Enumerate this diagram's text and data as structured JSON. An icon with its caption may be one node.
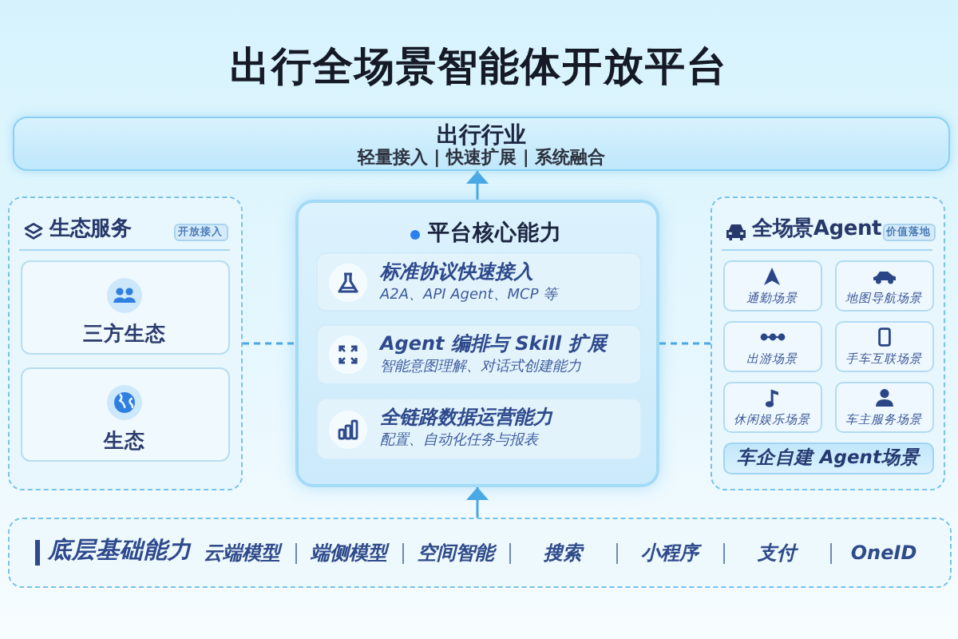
{
  "diagram": {
    "title": "出行全场景智能体开放平台",
    "nodes": [
      {
        "text": [
          "出行行业",
          "轻量接入 | 快速扩展 | 系统融合"
        ]
      },
      {
        "text": [
          "生态服务"
        ]
      },
      {
        "text": [
          "开放接入"
        ],
        "in": 1
      },
      {
        "text": [
          "三方生态"
        ],
        "in": 1
      },
      {
        "text": [
          "生态"
        ],
        "in": 1
      },
      {
        "text": [
          "平台核心能力"
        ]
      },
      {
        "text": [
          "标准协议快速接入",
          "A2A、API Agent、MCP 等"
        ],
        "in": 5
      },
      {
        "text": [
          "Agent 编排与 Skill 扩展",
          "智能意图理解、对话式创建能力"
        ],
        "in": 5
      },
      {
        "text": [
          "全链路数据运营能力",
          "配置、自动化任务与报表"
        ],
        "in": 5
      },
      {
        "text": [
          "全场景Agent"
        ]
      },
      {
        "text": [
          "价值落地"
        ],
        "in": 9
      },
      {
        "text": [
          "通勤场景"
        ],
        "in": 9
      },
      {
        "text": [
          "地图导航场景"
        ],
        "in": 9
      },
      {
        "text": [
          "出游场景"
        ],
        "in": 9
      },
      {
        "text": [
          "手车互联场景"
        ],
        "in": 9
      },
      {
        "text": [
          "休闲娱乐场景"
        ],
        "in": 9
      },
      {
        "text": [
          "车主服务场景"
        ],
        "in": 9
      },
      {
        "text": [
          "车企自建 Agent场景"
        ],
        "in": 9
      },
      {
        "text": [
          "底层基础能力",
          "云端模型",
          "端侧模型",
          "空间智能",
          "搜索",
          "小程序",
          "支付",
          "OneID"
        ]
      }
    ],
    "edges": [
      {
        "from": 5,
        "to": 0,
        "arrow": "to"
      },
      {
        "from": 18,
        "to": 5,
        "arrow": "to"
      },
      {
        "from": 1,
        "to": 5,
        "arrow": "none",
        "style": "dashed"
      },
      {
        "from": 5,
        "to": 9,
        "arrow": "none",
        "style": "dashed"
      }
    ]
  }
}
